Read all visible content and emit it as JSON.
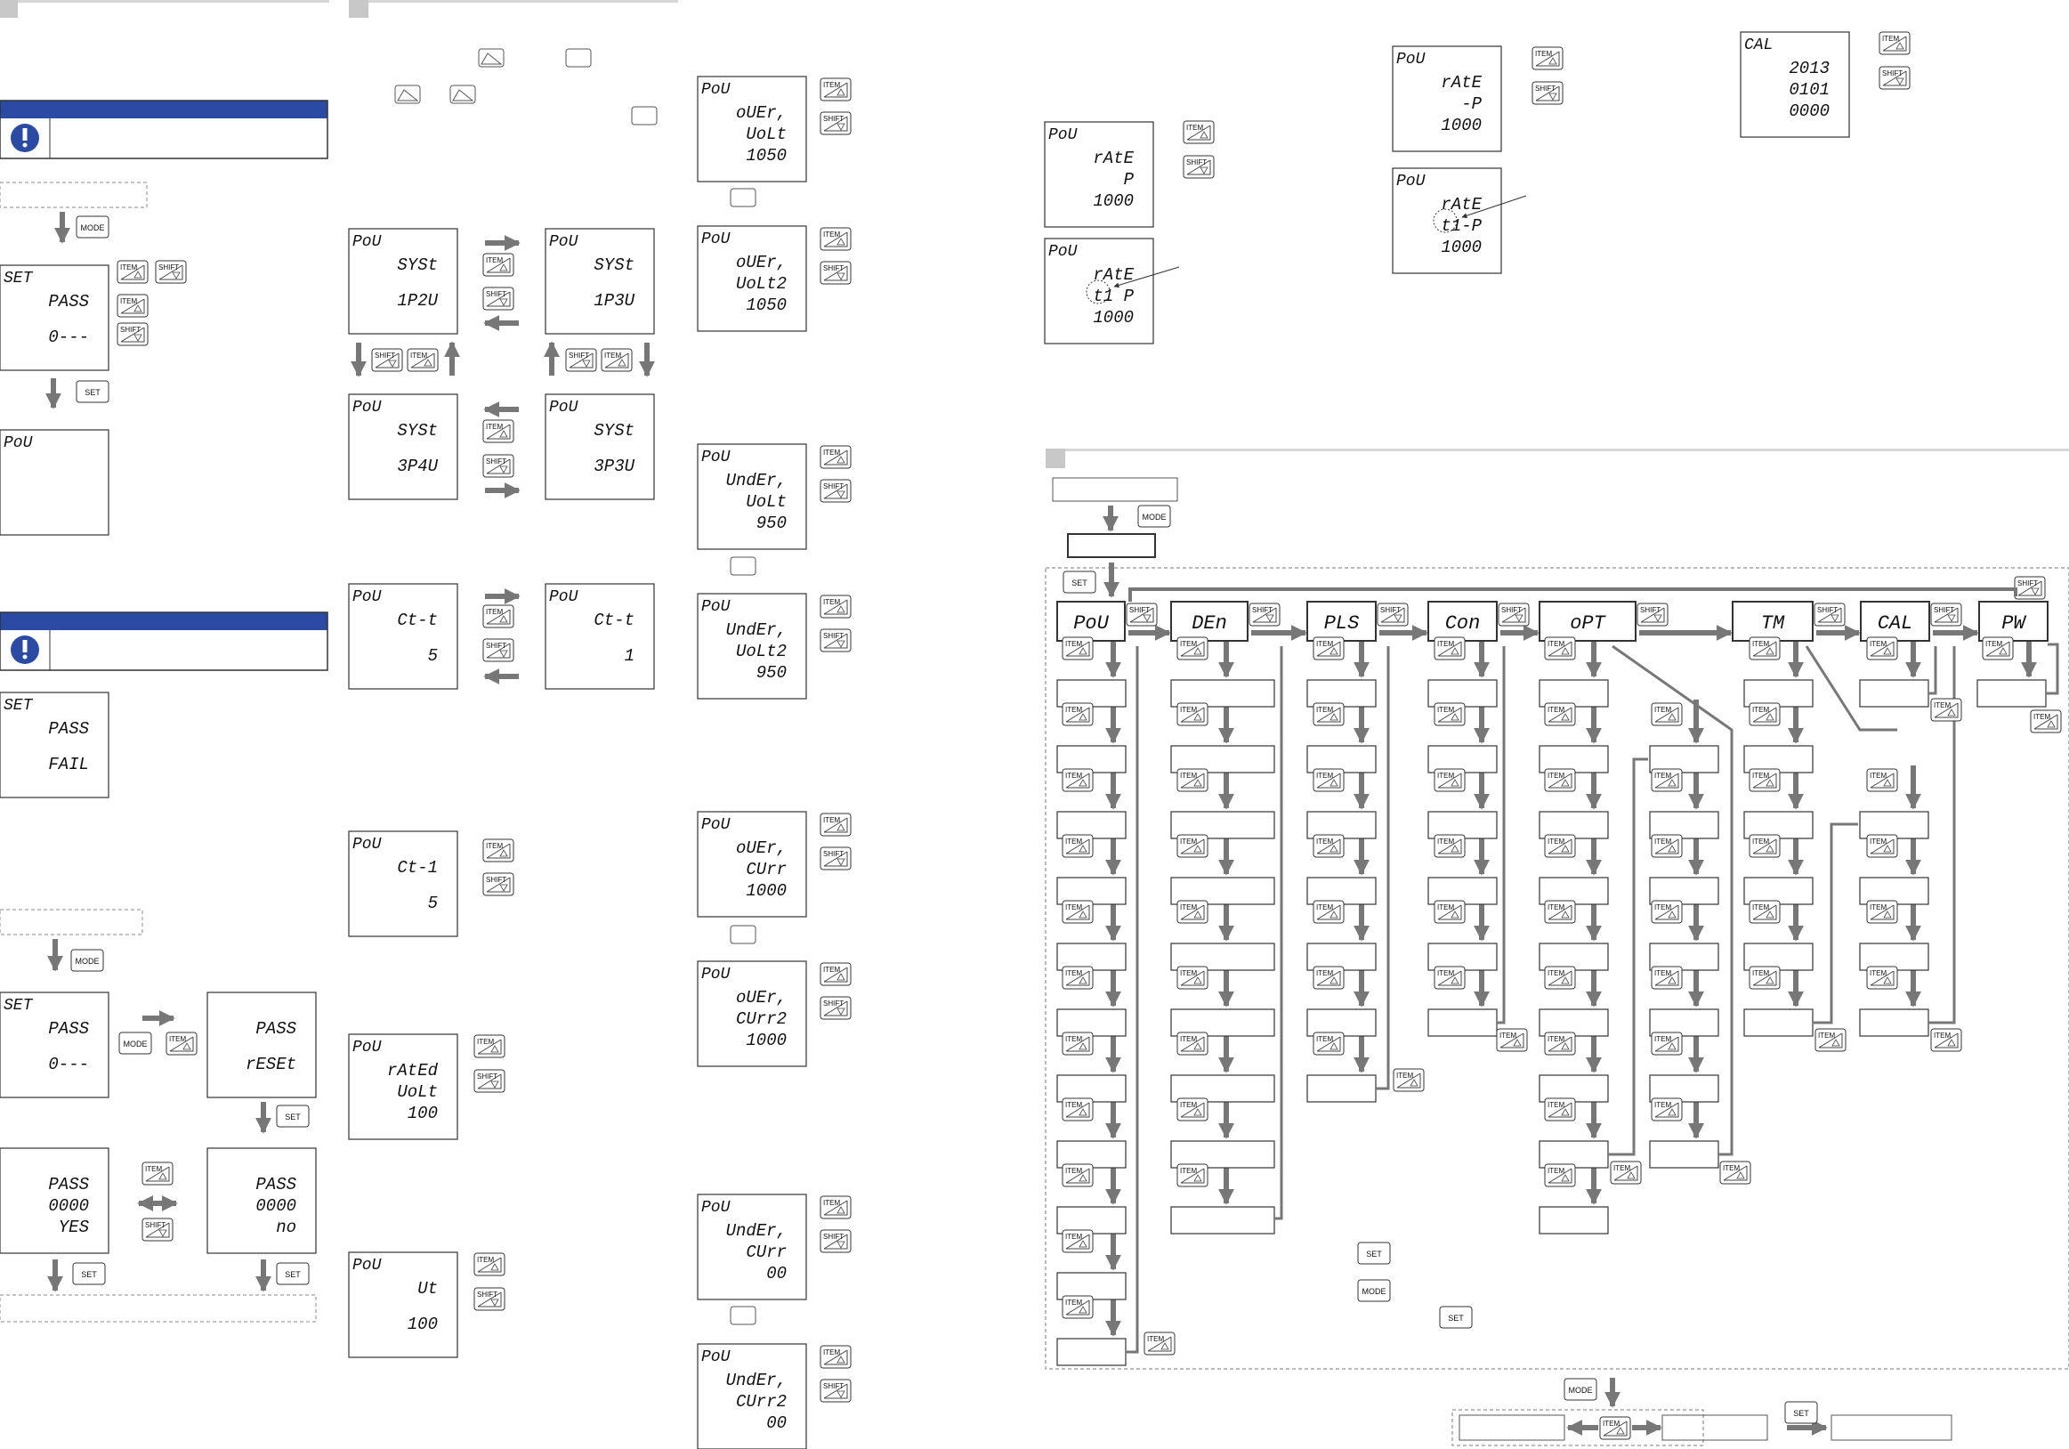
{
  "keys": {
    "mode": "MODE",
    "set": "SET",
    "item": "ITEM",
    "shift": "SHIFT"
  },
  "col1": {
    "set_pass": {
      "tl": "SET",
      "lines": [
        "PASS",
        "0---"
      ]
    },
    "pou_blank": {
      "tl": "PoU",
      "lines": []
    },
    "set_fail": {
      "tl": "SET",
      "lines": [
        "PASS",
        "FAIL"
      ]
    },
    "set_pass2": {
      "tl": "SET",
      "lines": [
        "PASS",
        "0---"
      ]
    },
    "pass_reset": {
      "tl": "",
      "lines": [
        "PASS",
        "rESEt"
      ]
    },
    "pass_yes": {
      "tl": "",
      "lines": [
        "PASS",
        "0000",
        "YES"
      ]
    },
    "pass_no": {
      "tl": "",
      "lines": [
        "PASS",
        "0000",
        "no"
      ]
    }
  },
  "col2": {
    "syst_1p2w": {
      "tl": "PoU",
      "lines": [
        "SYSt",
        "1P2U"
      ]
    },
    "syst_1p3w": {
      "tl": "PoU",
      "lines": [
        "SYSt",
        "1P3U"
      ]
    },
    "syst_3p4w": {
      "tl": "PoU",
      "lines": [
        "SYSt",
        "3P4U"
      ]
    },
    "syst_3p3w": {
      "tl": "PoU",
      "lines": [
        "SYSt",
        "3P3U"
      ]
    },
    "ctt_5": {
      "tl": "PoU",
      "lines": [
        "Ct-t",
        "5"
      ]
    },
    "ctt_1": {
      "tl": "PoU",
      "lines": [
        "Ct-t",
        "1"
      ]
    },
    "ct1_5": {
      "tl": "PoU",
      "lines": [
        "Ct-1",
        "5"
      ]
    },
    "rated_volt": {
      "tl": "PoU",
      "lines": [
        "rAtEd",
        "UoLt",
        "100"
      ]
    },
    "vt": {
      "tl": "PoU",
      "lines": [
        "Ut",
        "100"
      ]
    }
  },
  "col3": {
    "over_volt": {
      "tl": "PoU",
      "lines": [
        "oUEr,",
        "UoLt",
        "1050"
      ]
    },
    "over_volt2": {
      "tl": "PoU",
      "lines": [
        "oUEr,",
        "UoLt2",
        "1050"
      ]
    },
    "under_volt": {
      "tl": "PoU",
      "lines": [
        "UndEr,",
        "UoLt",
        "950"
      ]
    },
    "under_volt2": {
      "tl": "PoU",
      "lines": [
        "UndEr,",
        "UoLt2",
        "950"
      ]
    },
    "over_curr": {
      "tl": "PoU",
      "lines": [
        "oUEr,",
        "CUrr",
        "1000"
      ]
    },
    "over_curr2": {
      "tl": "PoU",
      "lines": [
        "oUEr,",
        "CUrr2",
        "1000"
      ]
    },
    "under_curr": {
      "tl": "PoU",
      "lines": [
        "UndEr,",
        "CUrr",
        "00"
      ]
    },
    "under_curr2": {
      "tl": "PoU",
      "lines": [
        "UndEr,",
        "CUrr2",
        "00"
      ]
    }
  },
  "col4": {
    "rate_p": {
      "tl": "PoU",
      "lines": [
        "rAtE",
        "P",
        "1000"
      ]
    },
    "rate_t1p": {
      "tl": "PoU",
      "lines": [
        "rAtE",
        "t1  P",
        "1000"
      ]
    },
    "rate_mp": {
      "tl": "PoU",
      "lines": [
        "rAtE",
        "-P",
        "1000"
      ]
    },
    "rate_t1mp": {
      "tl": "PoU",
      "lines": [
        "rAtE",
        "t1-P",
        "1000"
      ]
    },
    "cal": {
      "tl": "CAL",
      "lines": [
        "2013",
        "0101",
        "0000"
      ]
    }
  },
  "menu": {
    "items": [
      "PoU",
      "DEn",
      "PLS",
      "Con",
      "oPT",
      "TM",
      "CAL",
      "PW"
    ]
  }
}
